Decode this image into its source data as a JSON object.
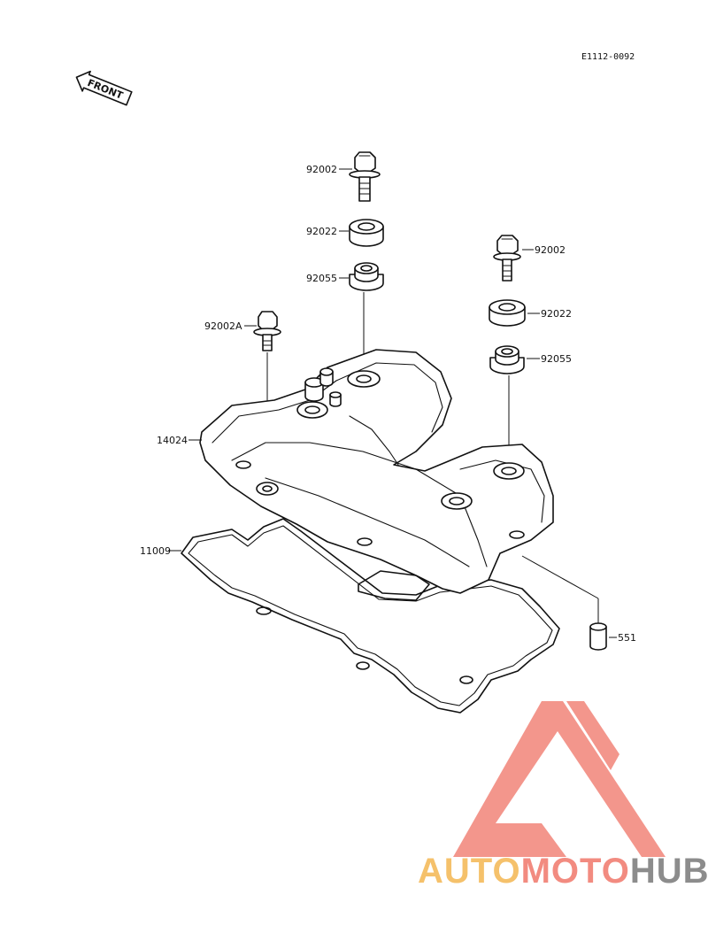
{
  "diagram": {
    "ref_code": "E1112-0092",
    "front_arrow_label": "FRONT",
    "parts": {
      "bolt_left": "92002",
      "washer_left": "92022",
      "grommet_left": "92055",
      "bolt_right": "92002",
      "washer_right": "92022",
      "grommet_right": "92055",
      "bolt_a": "92002A",
      "cover": "14024",
      "gasket": "11009",
      "dowel": "551"
    }
  },
  "watermark": {
    "word_part1": "AUTO",
    "word_part2": "MOTO",
    "word_part3": "HUB",
    "colors": {
      "logo": "#f28b80",
      "part1": "#f5c16b",
      "part2": "#f28b80",
      "part3": "#8c8c8c"
    }
  }
}
